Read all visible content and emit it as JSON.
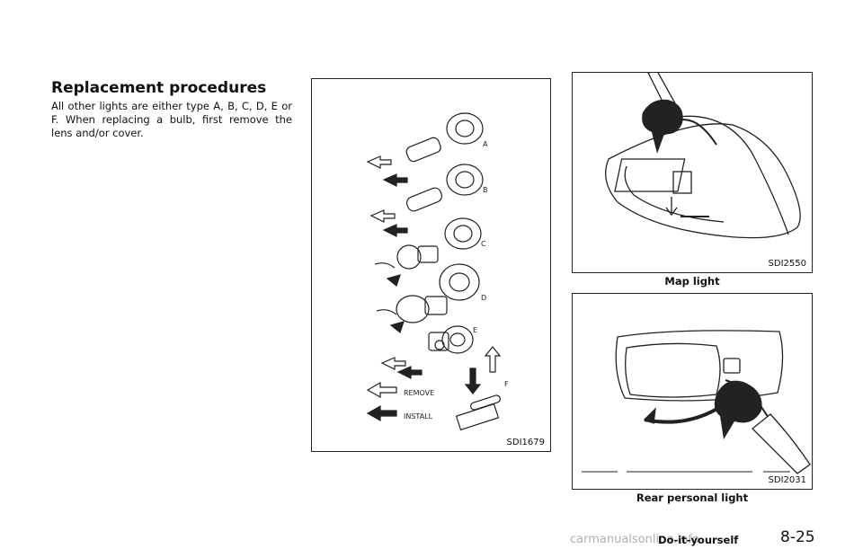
{
  "page": {
    "heading": "Replacement procedures",
    "body": "All other lights are either type A, B, C, D, E or F. When replacing a bulb, first remove the lens and/or cover.",
    "footer_section": "Do-it-yourself",
    "footer_page": "8-25",
    "watermark": "carmanualsonline.info"
  },
  "figures": {
    "bulbs": {
      "code": "SDI1679",
      "labels": [
        "A",
        "B",
        "C",
        "D",
        "E",
        "F"
      ],
      "legend_remove": "REMOVE",
      "legend_install": "INSTALL"
    },
    "map_light": {
      "code": "SDI2550",
      "caption": "Map light"
    },
    "rear_light": {
      "code": "SDI2031",
      "caption": "Rear personal light"
    }
  }
}
